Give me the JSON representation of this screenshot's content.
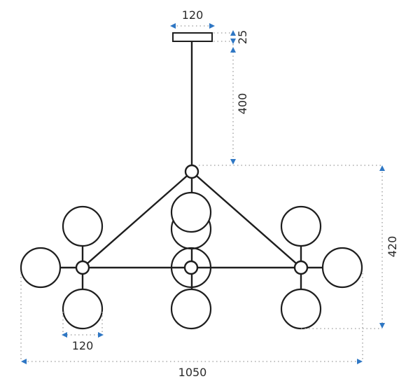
{
  "diagram": {
    "dimensions": {
      "canopy_width": "120",
      "canopy_height": "25",
      "rod_length": "400",
      "total_height": "420",
      "globe_diameter": "120",
      "total_width": "1050"
    },
    "colors": {
      "line": "#1e1e1e",
      "dimension_arrow": "#2f77c4",
      "guide_dots": "#9a9a9a"
    }
  }
}
